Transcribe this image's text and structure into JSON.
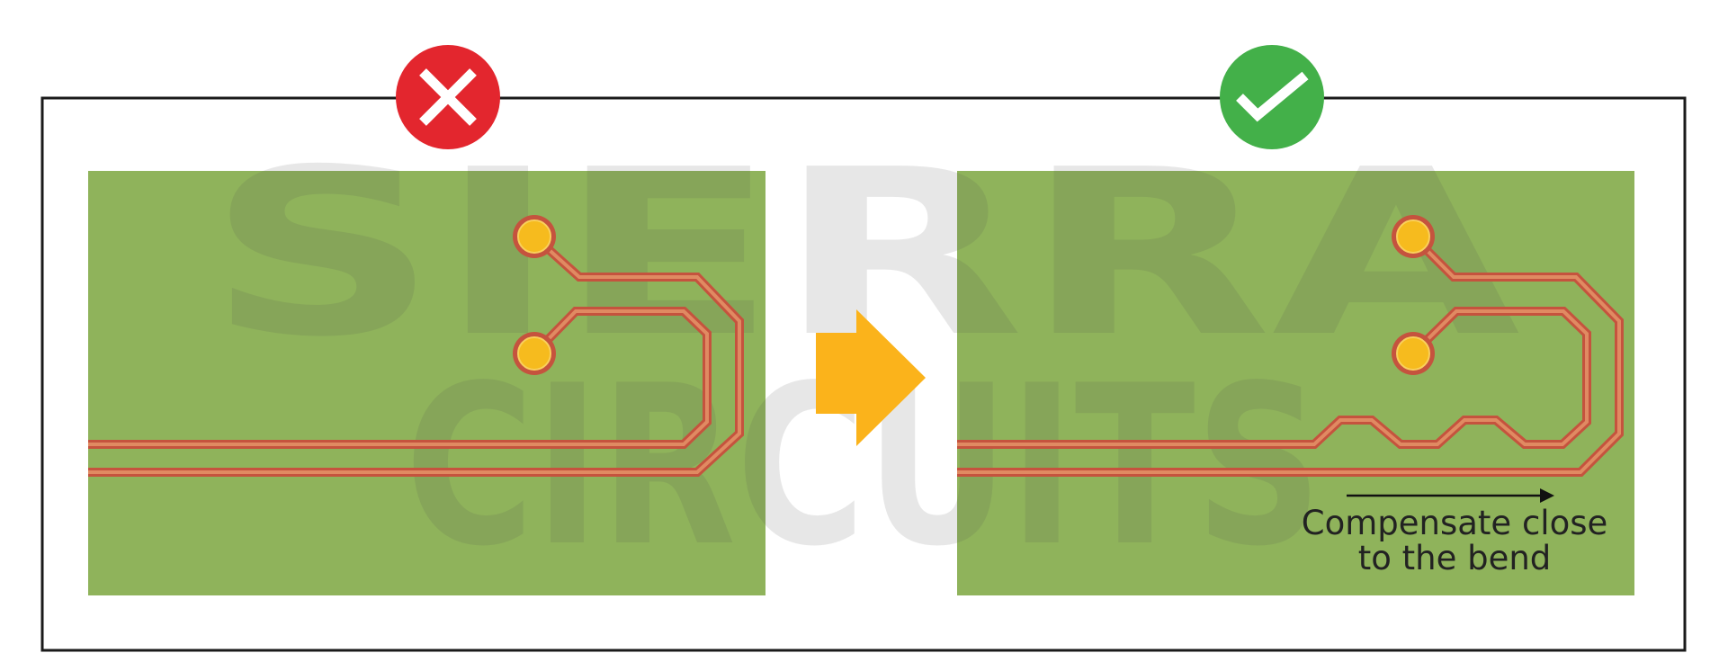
{
  "watermark": {
    "line1": "SIERRA",
    "line2": "CIRCUITS"
  },
  "annotation": {
    "line1": "Compensate close",
    "line2": "to the bend"
  },
  "badges": {
    "wrong_icon": "cross-icon",
    "right_icon": "check-icon"
  },
  "colors": {
    "frame": "#1a1a1a",
    "board": "#8fb35b",
    "trace_outline": "#c5533e",
    "trace_fill": "#e08a62",
    "pad_outline": "#c5533e",
    "pad_fill": "#f6bb1e",
    "arrow": "#fbb31b",
    "wrong": "#e3262e",
    "right": "#43b049",
    "annotation_text": "#222222",
    "watermark": "#4f4f4f"
  }
}
